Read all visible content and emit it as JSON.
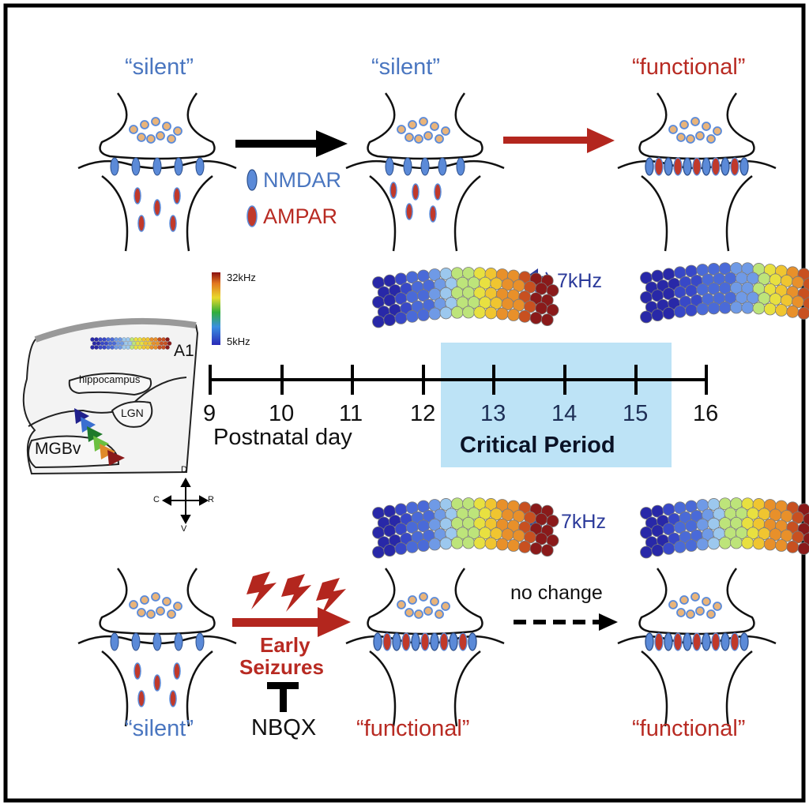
{
  "labels": {
    "top_left": "“silent”",
    "top_mid": "“silent”",
    "top_right": "“functional”",
    "bottom_left": "“silent”",
    "bottom_mid": "“functional”",
    "bottom_right": "“functional”"
  },
  "legend": {
    "nmdar": "NMDAR",
    "ampar": "AMPAR",
    "nmdar_color": "#5b8ad8",
    "ampar_color": "#c0392b"
  },
  "colorbar": {
    "max_label": "32kHz",
    "min_label": "5kHz"
  },
  "brain": {
    "a1": "A1",
    "hippocampus": "hippocampus",
    "lgn": "LGN",
    "mgbv": "MGBv",
    "compass": {
      "d": "D",
      "v": "V",
      "c": "C",
      "r": "R"
    }
  },
  "timeline": {
    "ticks": [
      "9",
      "10",
      "11",
      "12",
      "13",
      "14",
      "15",
      "16"
    ],
    "axis_label": "Postnatal day",
    "period_label": "Critical Period",
    "period_color": "#bde3f6"
  },
  "tone": {
    "top": "7kHz",
    "bottom": "7kHz"
  },
  "bottom": {
    "condition_line1": "Early",
    "condition_line2": "Seizures",
    "blocker": "NBQX",
    "no_change": "no change"
  },
  "colors": {
    "arrow_red": "#b3261e",
    "arrow_black": "#000000",
    "text_blue": "#4a76c0",
    "text_red": "#b82a22"
  }
}
